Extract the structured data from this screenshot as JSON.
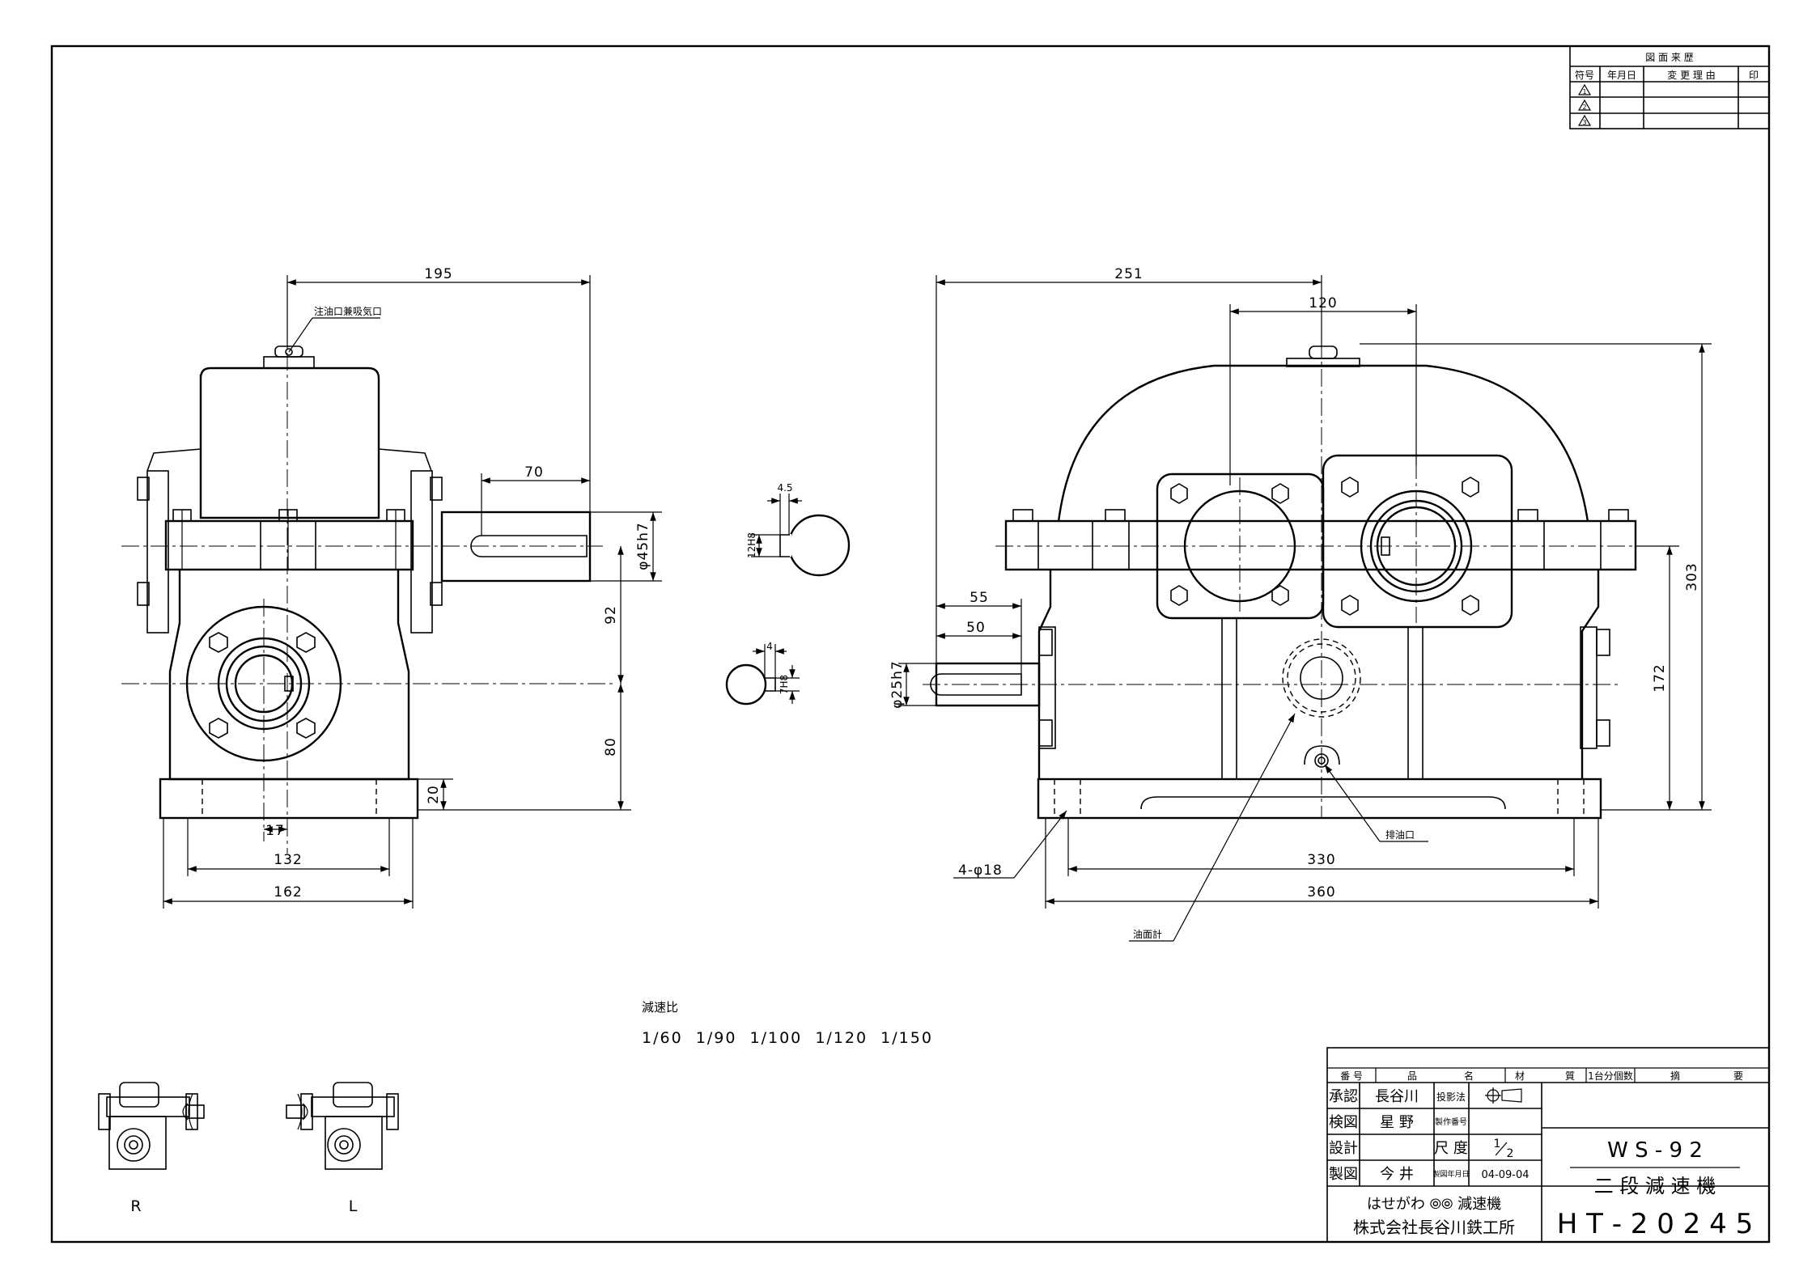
{
  "revision_table": {
    "title": "図 面 来 歴",
    "headers": [
      "符号",
      "年月日",
      "変 更 理 由",
      "印"
    ],
    "rows": [
      "1",
      "2",
      "3"
    ]
  },
  "dimensions": {
    "front": {
      "d195": "195",
      "d70": "70",
      "d45h7": "φ45h7",
      "d92": "92",
      "d80": "80",
      "d20": "20",
      "d17": "17",
      "d132": "132",
      "d162": "162"
    },
    "side": {
      "d251": "251",
      "d120": "120",
      "d303": "303",
      "d172": "172",
      "d55": "55",
      "d50": "50",
      "d25h7": "φ25h7",
      "d330": "330",
      "d360": "360",
      "holes": "4-φ18"
    },
    "keyway_large": {
      "w": "4.5",
      "h": "12H8"
    },
    "keyway_small": {
      "w": "4",
      "h": "7H8"
    }
  },
  "callouts": {
    "oil_fill": "注油口兼吸気口",
    "oil_drain": "排油口",
    "oil_gauge": "油面計"
  },
  "reduction": {
    "label": "減速比",
    "values": "1/60  1/90  1/100  1/120  1/150"
  },
  "mount_labels": {
    "r": "R",
    "l": "L"
  },
  "title_block": {
    "parts_header": [
      "番 号",
      "品",
      "名",
      "材",
      "質",
      "1台分個数",
      "摘",
      "要"
    ],
    "approve": "承認",
    "approve_name": "長谷川",
    "check": "検図",
    "check_name": "星 野",
    "design": "設計",
    "drawn": "製図",
    "drawn_name": "今 井",
    "projection": "投影法",
    "serial": "製作番号",
    "scale_label": "尺 度",
    "scale_num": "1",
    "scale_den": "2",
    "date_label": "製図年月日",
    "date": "04-09-04",
    "brand": "はせがわ ⦾⦾ 減速機",
    "company": "株式会社長谷川鉄工所",
    "model": "W S - 9 2",
    "product": "二 段 減 速 機",
    "drawing_no": "H T - 2 0 2 4 5"
  }
}
